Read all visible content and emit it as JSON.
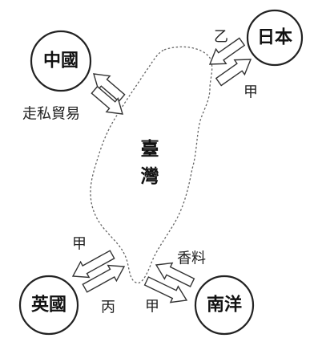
{
  "nodes": {
    "china": "中國",
    "japan": "日本",
    "britain": "英國",
    "nanyang": "南洋"
  },
  "island": {
    "char_1": "臺",
    "char_2": "灣"
  },
  "labels": {
    "japan_import": "乙",
    "japan_export": "甲",
    "china_trade": "走私貿易",
    "britain_export": "甲",
    "britain_import": "丙",
    "nanyang_import": "香料",
    "nanyang_export": "甲"
  }
}
